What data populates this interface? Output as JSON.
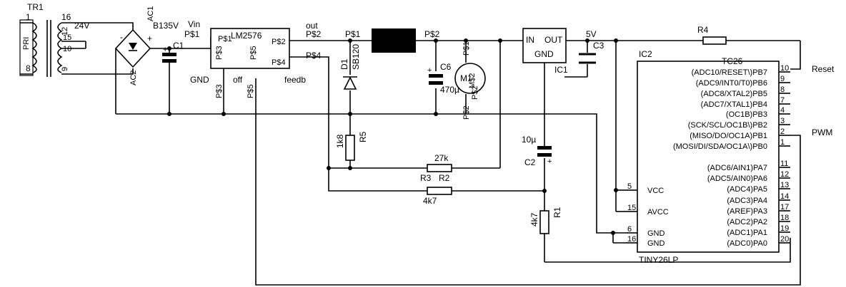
{
  "transformer": {
    "ref": "TR1",
    "primary": "PRI",
    "pins": [
      "1",
      "8",
      "16",
      "12",
      "15",
      "10",
      "9"
    ],
    "secondary_voltage": "24V"
  },
  "bridge": {
    "ref": "B135V",
    "pin_ac1": "AC1",
    "pin_ac2": "AC2",
    "minus": "-",
    "plus": "+"
  },
  "capacitors": {
    "c1": {
      "ref": "C1",
      "plus": "+"
    },
    "c6": {
      "ref": "C6",
      "value": "470µ",
      "plus": "+"
    },
    "c3": {
      "ref": "C3"
    },
    "c2": {
      "ref": "C2",
      "value": "10µ",
      "plus": "+"
    }
  },
  "regulator": {
    "ref": "LM2576",
    "pins": {
      "p1": "P$1",
      "p2": "P$2",
      "p3": "P$3",
      "p4": "P$4",
      "p5": "P$5"
    },
    "labels": {
      "vin": "Vin",
      "out": "out",
      "gnd": "GND",
      "off": "off",
      "feedb": "feedb"
    },
    "ext": {
      "p1": "P$1",
      "p2": "P$2",
      "p3": "P$3",
      "p4": "P$4",
      "p5": "P$5"
    }
  },
  "diode": {
    "ref": "D1",
    "type": "SB120"
  },
  "inductor": {
    "p1": "P$1",
    "p2": "P$2"
  },
  "motor": {
    "ref": "M1",
    "pin1": "P$1",
    "pin2": "P$2",
    "label_a": "M$2",
    "label_b": "P$2"
  },
  "vreg": {
    "ref": "IC1",
    "in": "IN",
    "out": "OUT",
    "gnd": "GND",
    "rail": "5V"
  },
  "resistors": {
    "r4": {
      "ref": "R4"
    },
    "r5": {
      "ref": "R5",
      "value": "1k8"
    },
    "r2": {
      "ref": "R2",
      "value": "27k"
    },
    "r3": {
      "ref": "R3",
      "value": "4k7"
    },
    "r1": {
      "ref": "R1",
      "value": "4k7"
    }
  },
  "mcu": {
    "ref": "IC2",
    "part": "TINY26LP",
    "right_pins": [
      {
        "name": "(ADC10/RESET\\)PB7",
        "num": "10"
      },
      {
        "name": "(ADC9/INT0/T0)PB6",
        "num": "9"
      },
      {
        "name": "(ADC8/XTAL2)PB5",
        "num": "8"
      },
      {
        "name": "(ADC7/XTAL1)PB4",
        "num": "7"
      },
      {
        "name": "(OC1B)PB3",
        "num": "4"
      },
      {
        "name": "(SCK/SCL/OC1B\\)PB2",
        "num": "3"
      },
      {
        "name": "(MISO/DO/OC1A)PB1",
        "num": "2"
      },
      {
        "name": "(MOSI/DI/SDA/OC1A\\)PB0",
        "num": "1"
      },
      {
        "name": "(ADC6/AIN1)PA7",
        "num": "11"
      },
      {
        "name": "(ADC5/AIN0)PA6",
        "num": "12"
      },
      {
        "name": "(ADC4)PA5",
        "num": "13"
      },
      {
        "name": "(ADC3)PA4",
        "num": "14"
      },
      {
        "name": "(AREF)PA3",
        "num": "17"
      },
      {
        "name": "(ADC2)PA2",
        "num": "18"
      },
      {
        "name": "(ADC1)PA1",
        "num": "19"
      },
      {
        "name": "(ADC0)PA0",
        "num": "20"
      }
    ],
    "left_pins": [
      {
        "name": "VCC",
        "num": "5"
      },
      {
        "name": "AVCC",
        "num": "15"
      },
      {
        "name": "GND",
        "num": "6"
      },
      {
        "name": "GND",
        "num": "16"
      }
    ],
    "overlap_label": "TC26"
  },
  "nets": {
    "reset": "Reset",
    "pwm": "PWM"
  }
}
